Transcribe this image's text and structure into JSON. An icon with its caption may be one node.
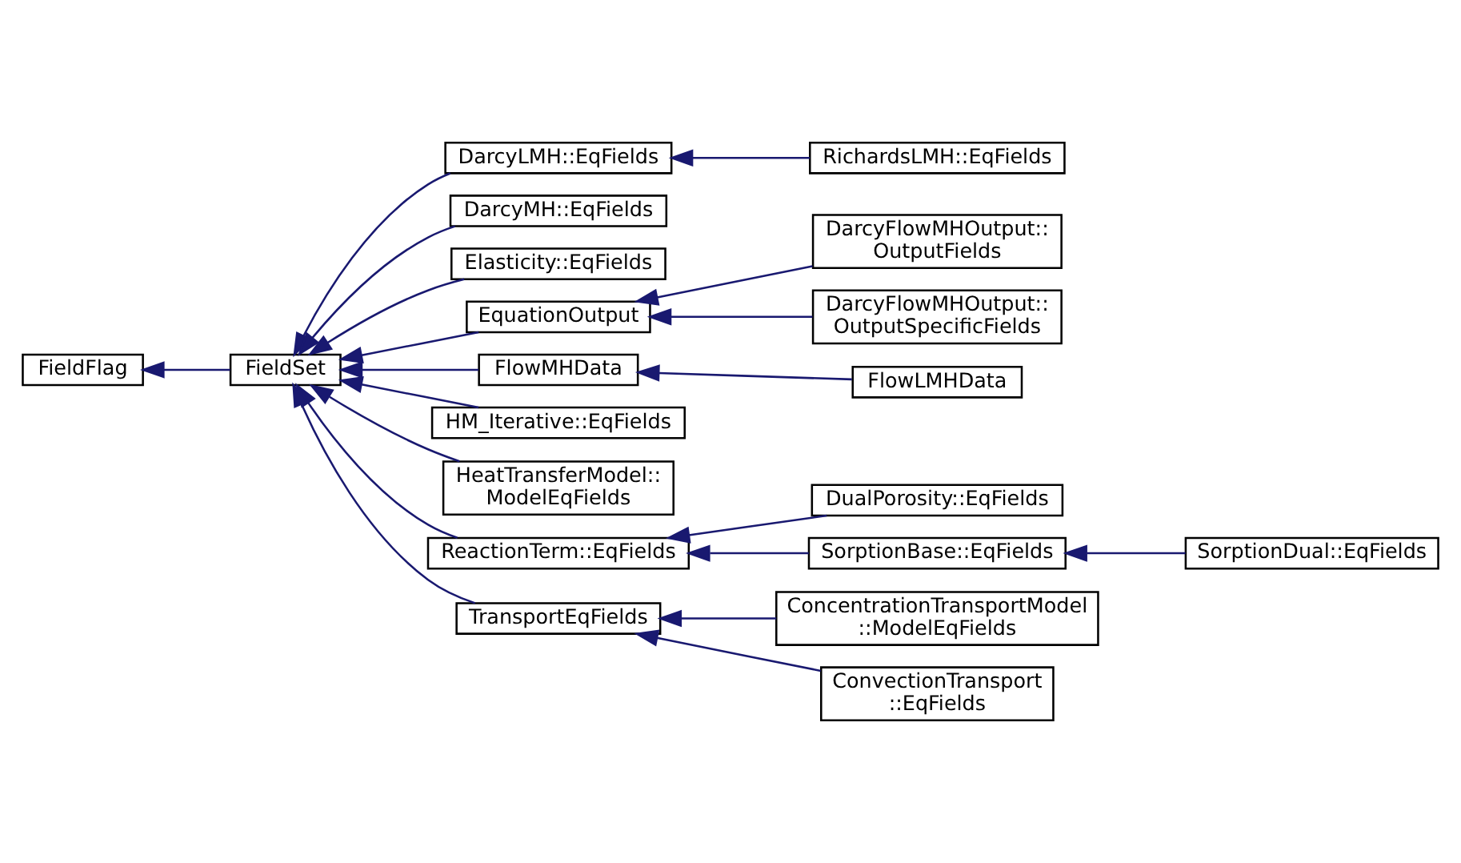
{
  "diagram": {
    "nodes": [
      {
        "text": [
          "FieldFlag"
        ]
      },
      {
        "text": [
          "FieldSet"
        ]
      },
      {
        "text": [
          "DarcyLMH::EqFields"
        ]
      },
      {
        "text": [
          "DarcyMH::EqFields"
        ]
      },
      {
        "text": [
          "Elasticity::EqFields"
        ]
      },
      {
        "text": [
          "EquationOutput"
        ]
      },
      {
        "text": [
          "FlowMHData"
        ]
      },
      {
        "text": [
          "HM_Iterative::EqFields"
        ]
      },
      {
        "text": [
          "HeatTransferModel:: ModelEqFields"
        ]
      },
      {
        "text": [
          "ReactionTerm::EqFields"
        ]
      },
      {
        "text": [
          "TransportEqFields"
        ]
      },
      {
        "text": [
          "RichardsLMH::EqFields"
        ]
      },
      {
        "text": [
          "DarcyFlowMHOutput:: OutputFields"
        ]
      },
      {
        "text": [
          "DarcyFlowMHOutput:: OutputSpecificFields"
        ]
      },
      {
        "text": [
          "FlowLMHData"
        ]
      },
      {
        "text": [
          "DualPorosity::EqFields"
        ]
      },
      {
        "text": [
          "SorptionBase::EqFields"
        ]
      },
      {
        "text": [
          "SorptionDual::EqFields"
        ]
      },
      {
        "text": [
          "ConcentrationTransportModel ::ModelEqFields"
        ]
      },
      {
        "text": [
          "ConvectionTransport ::EqFields"
        ]
      }
    ],
    "edges": [
      {
        "from": 1,
        "to": 0,
        "arrow": "to"
      },
      {
        "from": 2,
        "to": 1,
        "arrow": "to"
      },
      {
        "from": 3,
        "to": 1,
        "arrow": "to"
      },
      {
        "from": 4,
        "to": 1,
        "arrow": "to"
      },
      {
        "from": 5,
        "to": 1,
        "arrow": "to"
      },
      {
        "from": 6,
        "to": 1,
        "arrow": "to"
      },
      {
        "from": 7,
        "to": 1,
        "arrow": "to"
      },
      {
        "from": 8,
        "to": 1,
        "arrow": "to"
      },
      {
        "from": 9,
        "to": 1,
        "arrow": "to"
      },
      {
        "from": 10,
        "to": 1,
        "arrow": "to"
      },
      {
        "from": 11,
        "to": 2,
        "arrow": "to"
      },
      {
        "from": 12,
        "to": 5,
        "arrow": "to"
      },
      {
        "from": 13,
        "to": 5,
        "arrow": "to"
      },
      {
        "from": 14,
        "to": 6,
        "arrow": "to"
      },
      {
        "from": 15,
        "to": 9,
        "arrow": "to"
      },
      {
        "from": 16,
        "to": 9,
        "arrow": "to"
      },
      {
        "from": 17,
        "to": 16,
        "arrow": "to"
      },
      {
        "from": 18,
        "to": 10,
        "arrow": "to"
      },
      {
        "from": 19,
        "to": 10,
        "arrow": "to"
      }
    ]
  }
}
